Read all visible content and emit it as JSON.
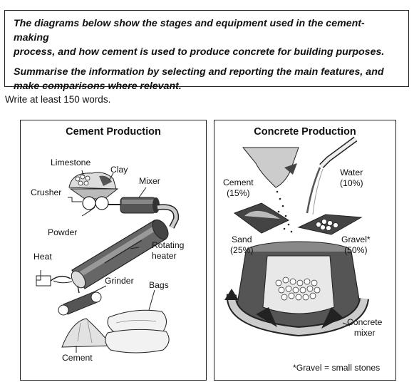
{
  "prompt": {
    "line1": "The diagrams below show the stages and equipment used in the cement-making",
    "line2": "process, and how cement is used to produce concrete for building purposes.",
    "line3": "Summarise the information by selecting and reporting the main features, and",
    "line4": "make comparisons where relevant."
  },
  "instruction": "Write at least 150 words.",
  "cement_panel": {
    "title": "Cement Production",
    "labels": {
      "limestone": "Limestone",
      "clay": "Clay",
      "crusher": "Crusher",
      "mixer": "Mixer",
      "powder": "Powder",
      "rotating_1": "Rotating",
      "rotating_2": "heater",
      "heat": "Heat",
      "grinder": "Grinder",
      "bags": "Bags",
      "cement": "Cement"
    }
  },
  "concrete_panel": {
    "title": "Concrete Production",
    "ingredients": {
      "cement": {
        "name": "Cement",
        "percent": "(15%)"
      },
      "water": {
        "name": "Water",
        "percent": "(10%)"
      },
      "sand": {
        "name": "Sand",
        "percent": "(25%)"
      },
      "gravel": {
        "name": "Gravel*",
        "percent": "(50%)"
      }
    },
    "mixer_1": "Concrete",
    "mixer_2": "mixer",
    "footnote": "*Gravel = small stones"
  }
}
